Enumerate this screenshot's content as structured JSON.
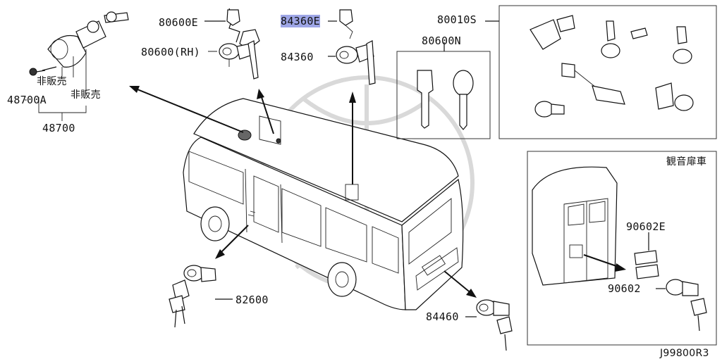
{
  "labels": {
    "p80600E": "80600E",
    "p80600RH": "80600(RH)",
    "p84360E": "84360E",
    "p84360": "84360",
    "p80010S": "80010S",
    "p80600N": "80600N",
    "p48700A": "48700A",
    "p48700": "48700",
    "not_for_sale_1": "非販売",
    "not_for_sale_2": "非販売",
    "p82600": "82600",
    "p84460": "84460",
    "p90602E": "90602E",
    "p90602": "90602",
    "inset_title": "観音扉車",
    "diagram_code": "J99800R3"
  },
  "highlight_color": "#9ea6e6"
}
